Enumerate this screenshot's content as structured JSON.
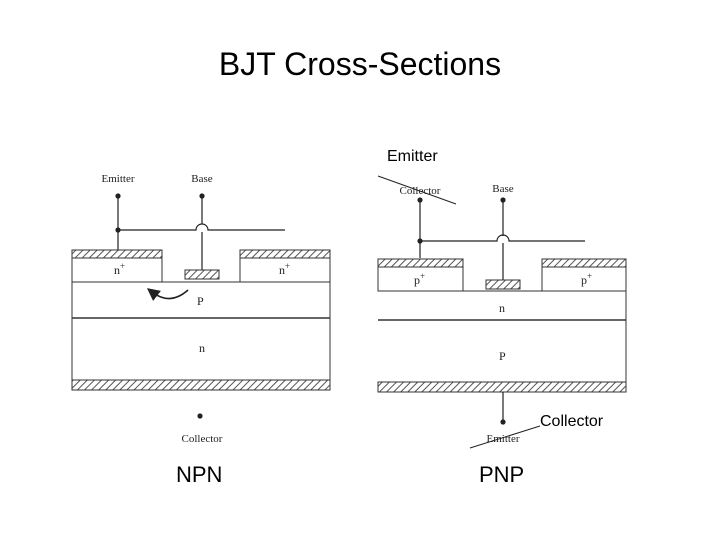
{
  "title": "BJT Cross-Sections",
  "npn": {
    "caption": "NPN",
    "emitter_label": "Emitter",
    "base_label": "Base",
    "collector_label": "Collector",
    "emitter_region": "n",
    "emitter_region_sup": "+",
    "collector_contact_region": "n",
    "collector_contact_sup": "+",
    "base_region": "P",
    "collector_region": "n"
  },
  "pnp": {
    "caption": "PNP",
    "printed_top_label": "Collector",
    "base_label": "Base",
    "printed_bottom_label": "Emitter",
    "left_region": "p",
    "left_region_sup": "+",
    "right_region": "p",
    "right_region_sup": "+",
    "middle_region": "n",
    "lower_region": "P"
  },
  "annotations": {
    "emitter_note": "Emitter",
    "collector_note": "Collector"
  },
  "colors": {
    "ink": "#222222",
    "hatch": "#555555"
  }
}
